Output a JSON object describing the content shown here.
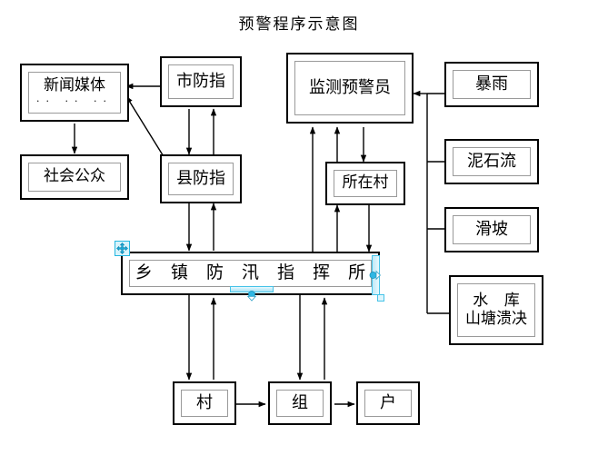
{
  "diagram": {
    "title": "预警程序示意图",
    "type": "flowchart",
    "nodes": [
      {
        "id": "news-media",
        "label": "新闻媒体",
        "sub": "·· ·· ··"
      },
      {
        "id": "public",
        "label": "社会公众"
      },
      {
        "id": "city-command",
        "label": "市防指"
      },
      {
        "id": "county-command",
        "label": "县防指"
      },
      {
        "id": "monitor-warner",
        "label": "监测预警员"
      },
      {
        "id": "local-village",
        "label": "所在村"
      },
      {
        "id": "township-hq",
        "label": "乡 镇 防 汛 指 挥 所"
      },
      {
        "id": "village",
        "label": "村"
      },
      {
        "id": "group",
        "label": "组"
      },
      {
        "id": "household",
        "label": "户"
      },
      {
        "id": "rainstorm",
        "label": "暴雨"
      },
      {
        "id": "debris-flow",
        "label": "泥石流"
      },
      {
        "id": "landslide",
        "label": "滑坡"
      },
      {
        "id": "reservoir",
        "label_line1": "水  库",
        "label_line2": "山塘溃决"
      }
    ],
    "colors": {
      "stroke": "#000000",
      "inner_border": "#9a9a9a",
      "selection": "#46c3e8",
      "background": "#ffffff"
    },
    "selection": {
      "selected_node": "township-hq",
      "move_handle": "move-handle",
      "resize_handle_right": "resize-handle-right",
      "resize_handle_bottom": "resize-handle-bottom",
      "corner_handle": "corner-handle"
    }
  }
}
